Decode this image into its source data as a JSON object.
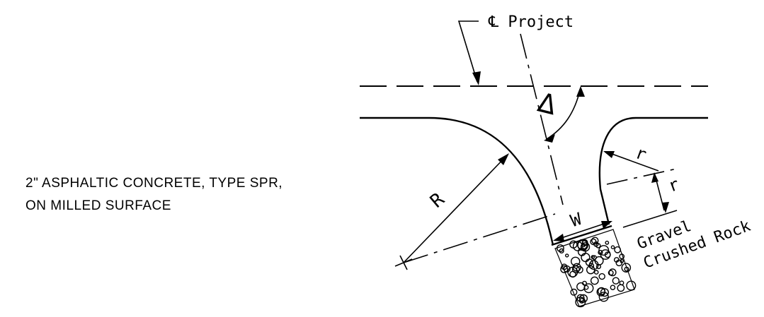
{
  "drawing": {
    "centerline_label": "℄ Project",
    "angle_label": "∆",
    "major_radius_label": "R",
    "minor_radius_label": "r",
    "width_label": "W",
    "surface_label_1": "Gravel",
    "surface_label_2": "Crushed Rock"
  },
  "note": {
    "line1": "2\" ASPHALTIC CONCRETE, TYPE SPR,",
    "line2": "ON MILLED SURFACE"
  }
}
